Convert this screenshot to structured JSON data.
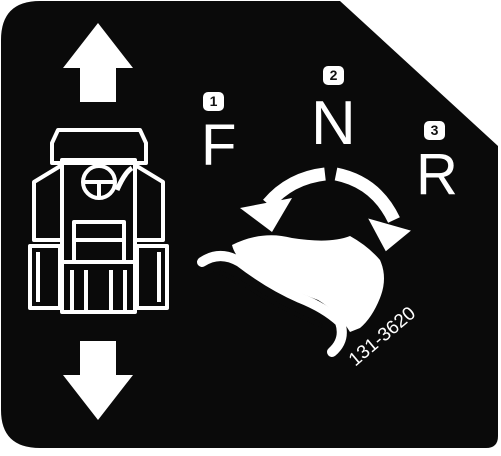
{
  "decal": {
    "part_number": "131-3620",
    "gears": [
      {
        "number": "1",
        "letter": "F"
      },
      {
        "number": "2",
        "letter": "N"
      },
      {
        "number": "3",
        "letter": "R"
      }
    ],
    "colors": {
      "background": "#0a0a0a",
      "foreground": "#ffffff"
    },
    "icons": [
      "arrow-up-icon",
      "tractor-icon",
      "arrow-down-icon",
      "shift-arrows-icon",
      "foot-pedal-icon"
    ]
  }
}
